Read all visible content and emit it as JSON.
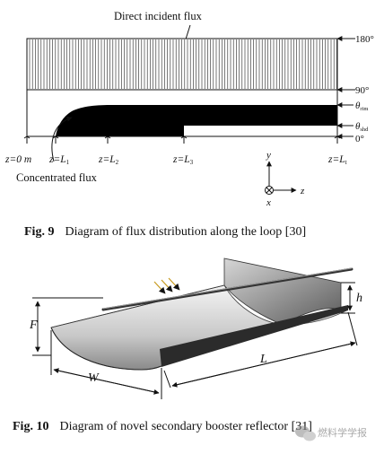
{
  "fig9": {
    "top_label": "Direct incident flux",
    "angle_180": "180°",
    "angle_90": "90°",
    "theta_rim": "θ",
    "theta_rim_sub": "rim",
    "theta_shd": "θ",
    "theta_shd_sub": "shd",
    "angle_0": "0°",
    "z0": "z=0 m",
    "zl1": "z=L",
    "zl1_sub": "1",
    "zl2": "z=L",
    "zl2_sub": "2",
    "zl3": "z=L",
    "zl3_sub": "3",
    "zlt": "z=L",
    "zlt_sub": "t",
    "axis_y": "y",
    "axis_x": "x",
    "axis_z": "z",
    "concentrated_label": "Concentrated flux",
    "caption_num": "Fig. 9",
    "caption_text": "Diagram of flux distribution along the loop [30]"
  },
  "fig10": {
    "label_F": "F",
    "label_W": "W",
    "label_L": "L",
    "label_h": "h",
    "caption_num": "Fig. 10",
    "caption_text": "Diagram of novel secondary booster reflector [31]"
  },
  "watermark": {
    "text": "燃料学学报",
    "icon": "wechat-icon"
  }
}
